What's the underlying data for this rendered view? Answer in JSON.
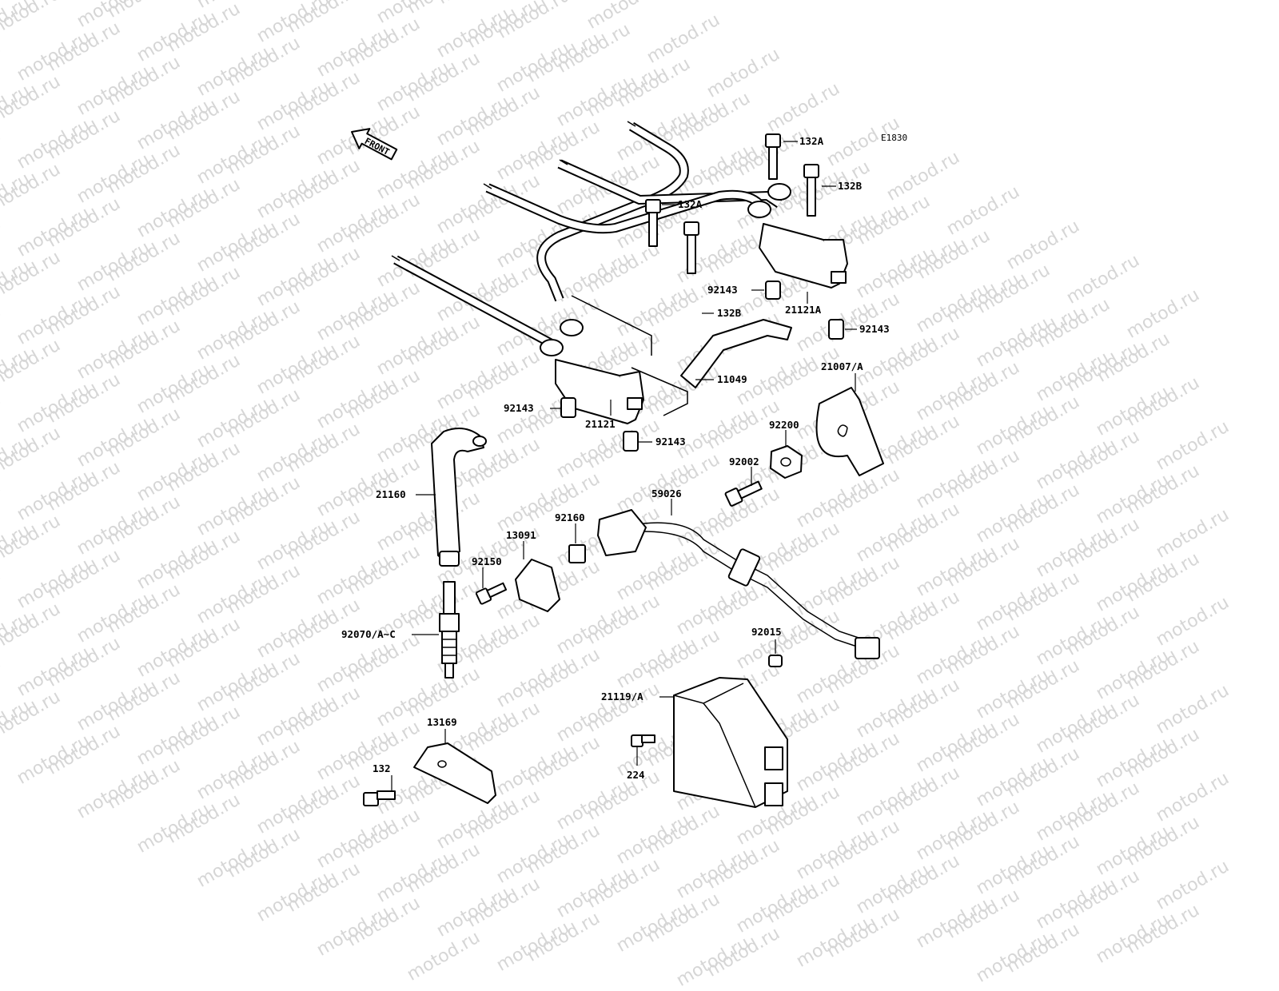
{
  "diagram_id": "E1830",
  "front_label": "FRONT",
  "watermark_text": "motod.ru",
  "callouts": [
    {
      "id": "132a_top",
      "text": "132A"
    },
    {
      "id": "132b_top",
      "text": "132B"
    },
    {
      "id": "132a_mid",
      "text": "132A"
    },
    {
      "id": "92143_a",
      "text": "92143"
    },
    {
      "id": "132b_mid",
      "text": "132B"
    },
    {
      "id": "21121a",
      "text": "21121A"
    },
    {
      "id": "92143_b",
      "text": "92143"
    },
    {
      "id": "11049",
      "text": "11049"
    },
    {
      "id": "21007a",
      "text": "21007/A"
    },
    {
      "id": "92143_c",
      "text": "92143"
    },
    {
      "id": "21121",
      "text": "21121"
    },
    {
      "id": "92143_d",
      "text": "92143"
    },
    {
      "id": "92200",
      "text": "92200"
    },
    {
      "id": "92002",
      "text": "92002"
    },
    {
      "id": "21160",
      "text": "21160"
    },
    {
      "id": "59026",
      "text": "59026"
    },
    {
      "id": "92160",
      "text": "92160"
    },
    {
      "id": "13091",
      "text": "13091"
    },
    {
      "id": "92150",
      "text": "92150"
    },
    {
      "id": "92070",
      "text": "92070/A~C"
    },
    {
      "id": "92015",
      "text": "92015"
    },
    {
      "id": "21119a",
      "text": "21119/A"
    },
    {
      "id": "13169",
      "text": "13169"
    },
    {
      "id": "132",
      "text": "132"
    },
    {
      "id": "224",
      "text": "224"
    }
  ]
}
